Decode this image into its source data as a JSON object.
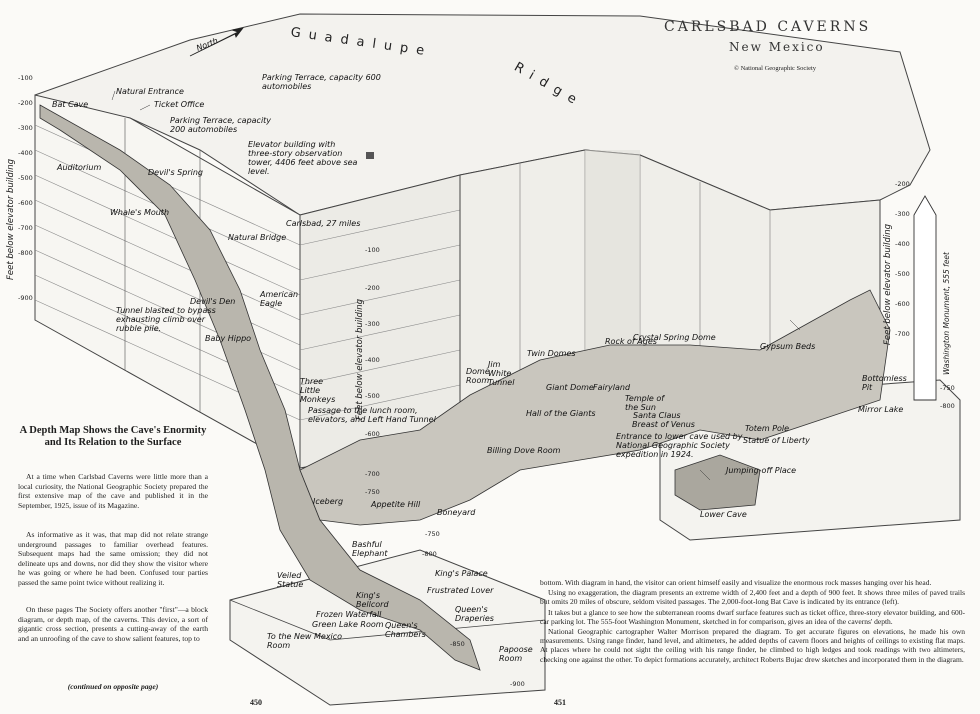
{
  "title": "CARLSBAD CAVERNS",
  "subtitle": "New Mexico",
  "copyright": "© National Geographic Society",
  "north": "North",
  "ridge": [
    "Guadalupe",
    "Ridge"
  ],
  "axis_labels": {
    "left": "Feet below elevator building",
    "middle": "Feet below elevator building",
    "right": "Feet below elevator building",
    "monument": "Washington Monument, 555 feet"
  },
  "depths": {
    "left": [
      "-100",
      "-200",
      "-300",
      "-400",
      "-500",
      "-600",
      "-700",
      "-800",
      "-900"
    ],
    "middle": [
      "-100",
      "-200",
      "-300",
      "-400",
      "-500",
      "-600",
      "-700"
    ],
    "right": [
      "-200",
      "-300",
      "-400",
      "-500",
      "-600",
      "-700"
    ],
    "lower": [
      "-750",
      "-800",
      "-750",
      "-800",
      "-900",
      "-750",
      "-850"
    ]
  },
  "surface_labels": {
    "natural_entrance": "Natural Entrance",
    "bat_cave": "Bat Cave",
    "ticket_office": "Ticket Office",
    "parking600": "Parking Terrace, capacity 600 automobiles",
    "parking200": "Parking Terrace, capacity 200 automobiles",
    "elevator": "Elevator building with three-story observation tower, 4406 feet above sea level.",
    "carlsbad": "Carlsbad, 27 miles"
  },
  "cave_labels": {
    "auditorium": "Auditorium",
    "devils_spring": "Devil's Spring",
    "whales_mouth": "Whale's Mouth",
    "natural_bridge": "Natural Bridge",
    "devils_den": "Devil's Den",
    "american_eagle": "American Eagle",
    "tunnel": "Tunnel blasted to bypass exhausting climb over rubble pile.",
    "baby_hippo": "Baby Hippo",
    "three_monkeys": "Three Little Monkeys",
    "passage": "Passage to the lunch room, elevators, and Left Hand Tunnel",
    "dome_room": "Dome Room",
    "jim_white": "Jim White Tunnel",
    "twin_domes": "Twin Domes",
    "rock_of_ages": "Rock of Ages",
    "crystal_spring": "Crystal Spring Dome",
    "gypsum_beds": "Gypsum Beds",
    "bottomless_pit": "Bottomless Pit",
    "giant_dome": "Giant Dome",
    "fairyland": "Fairyland",
    "hall_giants": "Hall of the Giants",
    "temple_sun": "Temple of the Sun",
    "santa_claus": "Santa Claus",
    "breast_venus": "Breast of Venus",
    "totem_pole": "Totem Pole",
    "mirror_lake": "Mirror Lake",
    "entrance_lower": "Entrance to lower cave used by National Geographic Society expedition in 1924.",
    "statue_liberty": "Statue of Liberty",
    "jumping_off": "Jumping-off Place",
    "lower_cave": "Lower Cave",
    "billing_dove": "Billing Dove Room",
    "boneyard": "Boneyard",
    "iceberg": "Iceberg",
    "appetite_hill": "Appetite Hill",
    "bashful_elephant": "Bashful Elephant",
    "kings_palace": "King's Palace",
    "veiled_statue": "Veiled Statue",
    "frozen_waterfall": "Frozen Waterfall",
    "kings_bellcord": "King's Bellcord",
    "frustrated_lover": "Frustrated Lover",
    "queens_draperies": "Queen's Draperies",
    "green_lake": "Green Lake Room",
    "queens_chambers": "Queen's Chambers",
    "nm_room": "To the New Mexico Room",
    "papoose": "Papoose Room"
  },
  "article": {
    "heading": "A Depth Map Shows the Cave's Enormity and Its Relation to the Surface",
    "p1": "At a time when Carlsbad Caverns were little more than a local curiosity, the National Geographic Society prepared the first extensive map of the cave and published it in the September, 1925, issue of its Magazine.",
    "p2": "As informative as it was, that map did not relate strange underground passages to familiar overhead features. Subsequent maps had the same omission; they did not delineate ups and downs, nor did they show the visitor where he was going or where he had been. Confused tour parties passed the same point twice without realizing it.",
    "p3": "On these pages The Society offers another \"first\"—a block diagram, or depth map, of the caverns. This device, a sort of gigantic cross section, presents a cutting-away of the earth and an unroofing of the cave to show salient features, top to",
    "continued": "(continued on opposite page)"
  },
  "column2": {
    "p1": "bottom. With diagram in hand, the visitor can orient himself easily and visualize the enormous rock masses hanging over his head.",
    "p2": "Using no exaggeration, the diagram presents an extreme width of 2,400 feet and a depth of 900 feet. It shows three miles of paved trails but omits 20 miles of obscure, seldom visited passages. The 2,000-foot-long Bat Cave is indicated by its entrance (left).",
    "p3": "It takes but a glance to see how the subterranean rooms dwarf surface features such as ticket office, three-story elevator building, and 600-car parking lot. The 555-foot Washington Monument, sketched in for comparison, gives an idea of the caverns' depth.",
    "p4": "National Geographic cartographer Walter Morrison prepared the diagram. To get accurate figures on elevations, he made his own measurements. Using range finder, hand level, and altimeters, he added depths of cavern floors and heights of ceilings to existing flat maps. At places where he could not sight the ceiling with his range finder, he climbed to high ledges and took readings with two altimeters, checking one against the other. To depict formations accurately, architect Roberts Bujac drew sketches and incorporated them in the diagram."
  },
  "page_numbers": {
    "left": "450",
    "right": "451"
  }
}
